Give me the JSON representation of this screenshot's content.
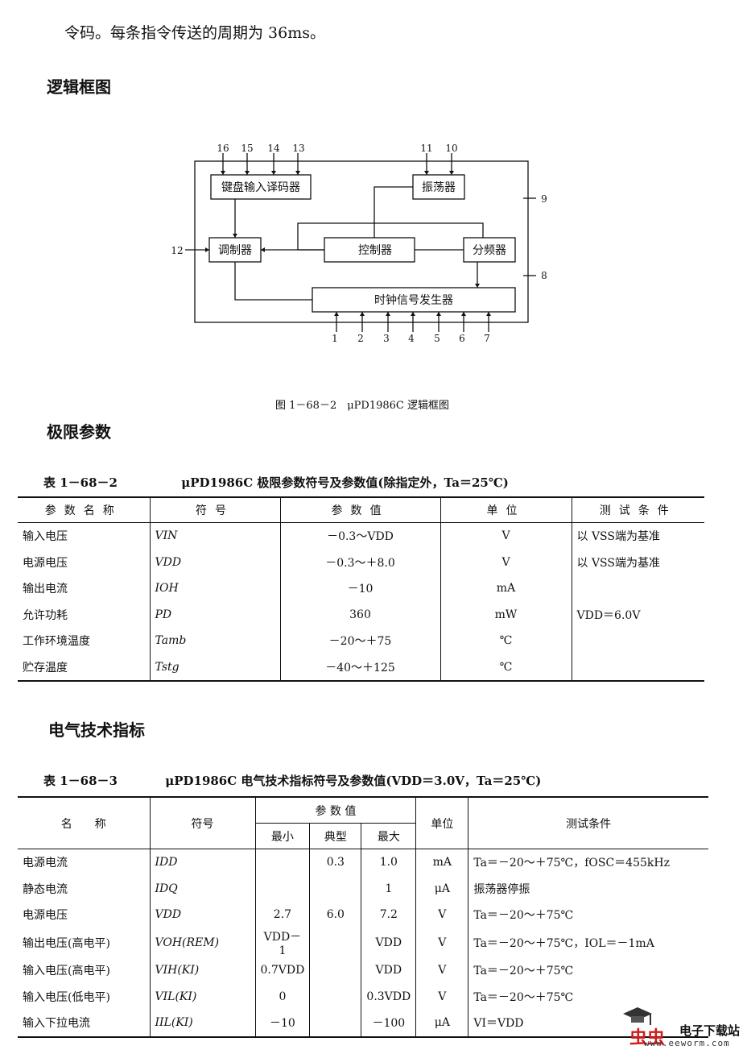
{
  "intro_text": "令码。每条指令传送的周期为 36ms。",
  "section1_title": "逻辑框图",
  "diagram": {
    "blocks": {
      "keyboard": "键盘输入译码器",
      "oscillator": "振荡器",
      "modulator": "调制器",
      "controller": "控制器",
      "divider": "分频器",
      "clock": "时钟信号发生器"
    },
    "pins_top_left": [
      "16",
      "15",
      "14",
      "13"
    ],
    "pins_top_right": [
      "11",
      "10"
    ],
    "pin_right_upper": "9",
    "pin_right_lower": "8",
    "pin_left": "12",
    "pins_bottom": [
      "1",
      "2",
      "3",
      "4",
      "5",
      "6",
      "7"
    ]
  },
  "figure_caption": "图 1－68－2　μPD1986C 逻辑框图",
  "section2_title": "极限参数",
  "table1": {
    "number": "表 1－68－2",
    "title": "μPD1986C 极限参数符号及参数值(除指定外，Ta＝25℃)",
    "headers": [
      "参数名称",
      "符号",
      "参数值",
      "单位",
      "测试条件"
    ],
    "rows": [
      {
        "name": "输入电压",
        "symbol": "VIN",
        "value": "－0.3～VDD",
        "unit": "V",
        "cond": "以 VSS端为基准"
      },
      {
        "name": "电源电压",
        "symbol": "VDD",
        "value": "－0.3～＋8.0",
        "unit": "V",
        "cond": "以 VSS端为基准"
      },
      {
        "name": "输出电流",
        "symbol": "IOH",
        "value": "－10",
        "unit": "mA",
        "cond": ""
      },
      {
        "name": "允许功耗",
        "symbol": "PD",
        "value": "360",
        "unit": "mW",
        "cond": "VDD＝6.0V"
      },
      {
        "name": "工作环境温度",
        "symbol": "Tamb",
        "value": "－20～＋75",
        "unit": "℃",
        "cond": ""
      },
      {
        "name": "贮存温度",
        "symbol": "Tstg",
        "value": "－40～＋125",
        "unit": "℃",
        "cond": ""
      }
    ]
  },
  "section3_title": "电气技术指标",
  "table2": {
    "number": "表 1－68－3",
    "title": "μPD1986C 电气技术指标符号及参数值(VDD＝3.0V，Ta＝25℃)",
    "headers": {
      "name": "名　　称",
      "symbol": "符号",
      "params": "参 数 值",
      "min": "最小",
      "typ": "典型",
      "max": "最大",
      "unit": "单位",
      "cond": "测试条件"
    },
    "rows": [
      {
        "name": "电源电流",
        "symbol": "IDD",
        "min": "",
        "typ": "0.3",
        "max": "1.0",
        "unit": "mA",
        "cond": "Ta＝－20～＋75℃，fOSC＝455kHz"
      },
      {
        "name": "静态电流",
        "symbol": "IDQ",
        "min": "",
        "typ": "",
        "max": "1",
        "unit": "μA",
        "cond": "振荡器停振"
      },
      {
        "name": "电源电压",
        "symbol": "VDD",
        "min": "2.7",
        "typ": "6.0",
        "max": "7.2",
        "unit": "V",
        "cond": "Ta＝－20～＋75℃"
      },
      {
        "name": "输出电压(高电平)",
        "symbol": "VOH(REM)",
        "min": "VDD－1",
        "typ": "",
        "max": "VDD",
        "unit": "V",
        "cond": "Ta＝－20～＋75℃，IOL＝－1mA"
      },
      {
        "name": "输入电压(高电平)",
        "symbol": "VIH(KI)",
        "min": "0.7VDD",
        "typ": "",
        "max": "VDD",
        "unit": "V",
        "cond": "Ta＝－20～＋75℃"
      },
      {
        "name": "输入电压(低电平)",
        "symbol": "VIL(KI)",
        "min": "0",
        "typ": "",
        "max": "0.3VDD",
        "unit": "V",
        "cond": "Ta＝－20～＋75℃"
      },
      {
        "name": "输入下拉电流",
        "symbol": "IIL(KI)",
        "min": "－10",
        "typ": "",
        "max": "－100",
        "unit": "μA",
        "cond": "VI＝VDD"
      }
    ]
  },
  "watermark": {
    "logo": "虫虫",
    "site": "电子下载站",
    "url": "www.eeworm.com"
  }
}
